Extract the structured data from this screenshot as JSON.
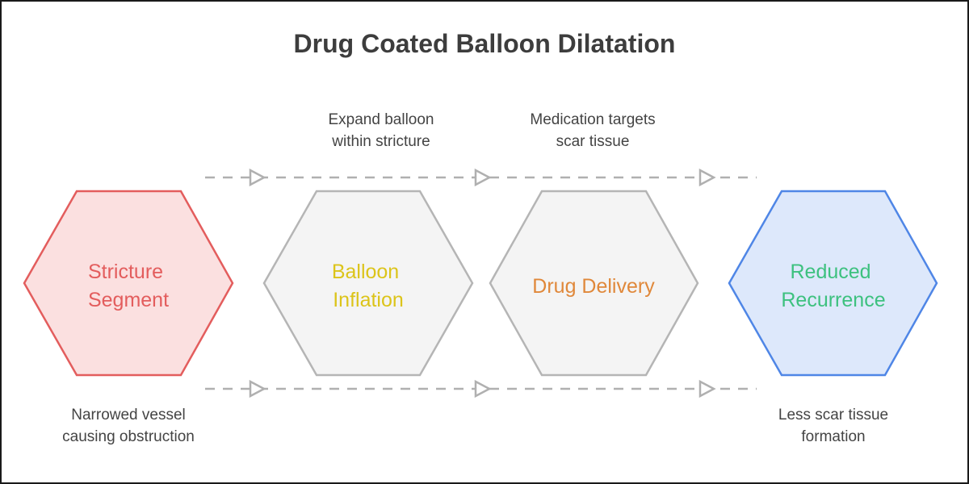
{
  "title": "Drug Coated Balloon Dilatation",
  "steps": [
    {
      "lines": [
        "Stricture",
        "Segment"
      ],
      "text_color": "#e35d5d",
      "fill": "#fbe0e0",
      "stroke": "#e35d5d"
    },
    {
      "lines": [
        "Balloon",
        "Inflation"
      ],
      "text_color": "#dcc41a",
      "fill": "#f4f4f4",
      "stroke": "#b5b5b5"
    },
    {
      "lines": [
        "Drug Delivery"
      ],
      "text_color": "#e0883a",
      "fill": "#f4f4f4",
      "stroke": "#b5b5b5"
    },
    {
      "lines": [
        "Reduced",
        "Recurrence"
      ],
      "text_color": "#3dc17f",
      "fill": "#dde8fb",
      "stroke": "#4f86e6"
    }
  ],
  "annotations": {
    "top": [
      [
        "Expand balloon",
        "within stricture"
      ],
      [
        "Medication targets",
        "scar tissue"
      ]
    ],
    "bottom": [
      [
        "Narrowed vessel",
        "causing obstruction"
      ],
      [
        "Less scar tissue",
        "formation"
      ]
    ]
  },
  "colors": {
    "connector": "#b0b0b0",
    "title": "#3d3d3d",
    "annotation": "#444444"
  }
}
